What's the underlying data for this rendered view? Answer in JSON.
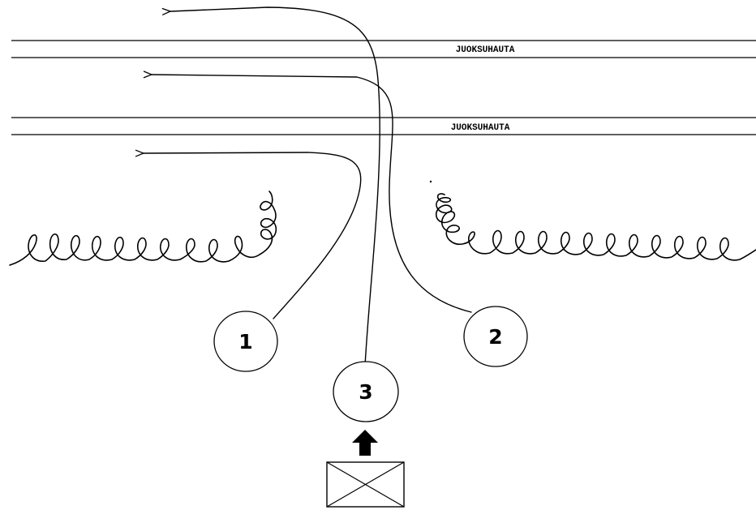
{
  "trenches": [
    {
      "label": "JUOKSUHAUTA"
    },
    {
      "label": "JUOKSUHAUTA"
    }
  ],
  "positions": [
    {
      "label": "1"
    },
    {
      "label": "2"
    },
    {
      "label": "3"
    }
  ],
  "icons": {
    "arrow": "up-arrow-icon",
    "bunker": "crossed-box-icon"
  }
}
